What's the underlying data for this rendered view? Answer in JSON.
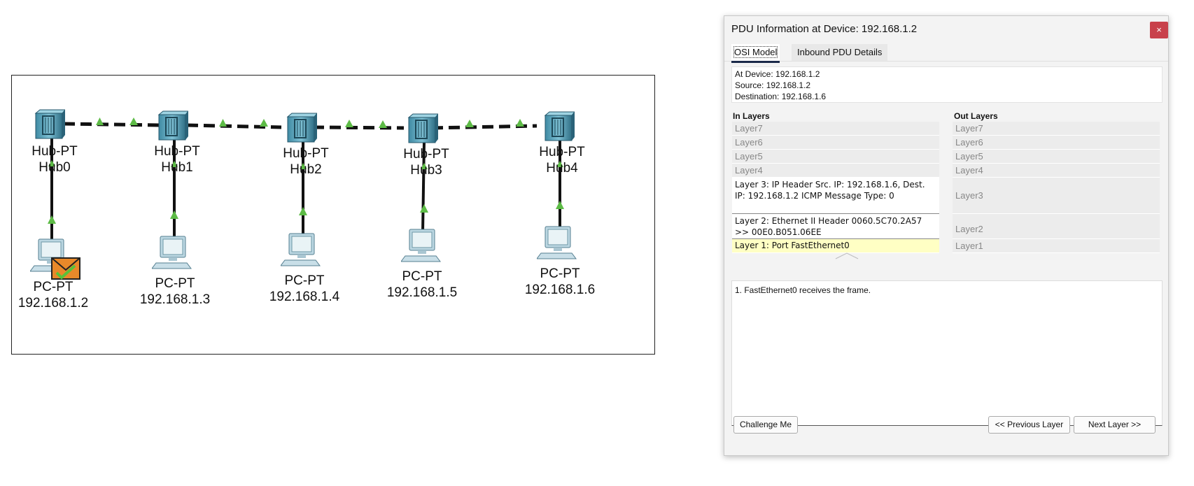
{
  "topology": {
    "hubs": [
      {
        "model": "Hub-PT",
        "name": "Hub0"
      },
      {
        "model": "Hub-PT",
        "name": "Hub1"
      },
      {
        "model": "Hub-PT",
        "name": "Hub2"
      },
      {
        "model": "Hub-PT",
        "name": "Hub3"
      },
      {
        "model": "Hub-PT",
        "name": "Hub4"
      }
    ],
    "pcs": [
      {
        "model": "PC-PT",
        "name": "192.168.1.2"
      },
      {
        "model": "PC-PT",
        "name": "192.168.1.3"
      },
      {
        "model": "PC-PT",
        "name": "192.168.1.4"
      },
      {
        "model": "PC-PT",
        "name": "192.168.1.5"
      },
      {
        "model": "PC-PT",
        "name": "192.168.1.6"
      }
    ],
    "link_color": "#111111",
    "link_up_indicator_color": "#5dbb46",
    "pdu_icon": "envelope-check-icon"
  },
  "dialog": {
    "title": "PDU Information at Device: 192.168.1.2",
    "close_label": "×",
    "tabs": [
      {
        "label": "OSI Model",
        "active": true
      },
      {
        "label": "Inbound PDU Details",
        "active": false
      }
    ],
    "info": {
      "device": "At Device: 192.168.1.2",
      "source": "Source: 192.168.1.2",
      "destination": "Destination: 192.168.1.6"
    },
    "in_layers_header": "In Layers",
    "out_layers_header": "Out Layers",
    "in_layers": {
      "layer7": "Layer7",
      "layer6": "Layer6",
      "layer5": "Layer5",
      "layer4": "Layer4",
      "layer3": "Layer 3: IP Header Src. IP: 192.168.1.6, Dest. IP: 192.168.1.2 ICMP Message Type: 0",
      "layer2": "Layer 2: Ethernet II Header 0060.5C70.2A57 >> 00E0.B051.06EE",
      "layer1": "Layer 1: Port FastEthernet0"
    },
    "out_layers": {
      "layer7": "Layer7",
      "layer6": "Layer6",
      "layer5": "Layer5",
      "layer4": "Layer4",
      "layer3": "Layer3",
      "layer2": "Layer2",
      "layer1": "Layer1"
    },
    "description": "1. FastEthernet0 receives the frame.",
    "buttons": {
      "challenge": "Challenge Me",
      "previous": "<< Previous Layer",
      "next": "Next Layer >>"
    },
    "accent_color": "#1b2a4a",
    "highlight_color": "#ffffc4",
    "close_color": "#c8414b"
  }
}
